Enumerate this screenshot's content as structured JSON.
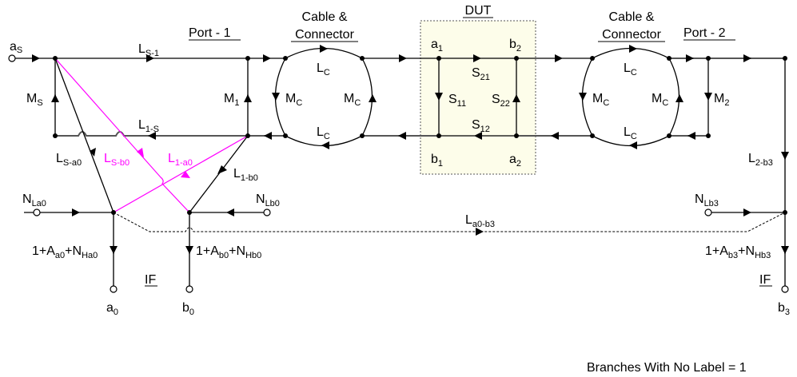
{
  "headers": {
    "port1": "Port - 1",
    "cable_left": [
      "Cable &",
      "Connector"
    ],
    "dut": "DUT",
    "cable_right": [
      "Cable &",
      "Connector"
    ],
    "port2": "Port - 2"
  },
  "terminals": {
    "as": {
      "main": "a",
      "sub": "S"
    },
    "a0": {
      "main": "a",
      "sub": "0"
    },
    "b0": {
      "main": "b",
      "sub": "0"
    },
    "b3": {
      "main": "b",
      "sub": "3"
    },
    "nla0": {
      "main": "N",
      "sub": "La0"
    },
    "nlb0": {
      "main": "N",
      "sub": "Lb0"
    },
    "nlb3": {
      "main": "N",
      "sub": "Lb3"
    }
  },
  "branches": {
    "ls1": {
      "main": "L",
      "sub": "S-1"
    },
    "l1s": {
      "main": "L",
      "sub": "1-S"
    },
    "ms": {
      "main": "M",
      "sub": "S"
    },
    "m1": {
      "main": "M",
      "sub": "1"
    },
    "m2": {
      "main": "M",
      "sub": "2"
    },
    "lc": {
      "main": "L",
      "sub": "C"
    },
    "mc": {
      "main": "M",
      "sub": "C"
    },
    "lsa0": {
      "main": "L",
      "sub": "S-a0"
    },
    "lsb0": {
      "main": "L",
      "sub": "S-b0"
    },
    "l1a0": {
      "main": "L",
      "sub": "1-a0"
    },
    "l1b0": {
      "main": "L",
      "sub": "1-b0"
    },
    "l2b3": {
      "main": "L",
      "sub": "2-b3"
    },
    "la0b3": {
      "main": "L",
      "sub": "a0-b3"
    },
    "s21": {
      "main": "S",
      "sub": "21"
    },
    "s11": {
      "main": "S",
      "sub": "11"
    },
    "s22": {
      "main": "S",
      "sub": "22"
    },
    "s12": {
      "main": "S",
      "sub": "12"
    }
  },
  "dut_nodes": {
    "a1": {
      "main": "a",
      "sub": "1"
    },
    "b2": {
      "main": "b",
      "sub": "2"
    },
    "b1": {
      "main": "b",
      "sub": "1"
    },
    "a2": {
      "main": "a",
      "sub": "2"
    }
  },
  "gains": {
    "a0": {
      "p1": "1+A",
      "s1": "a0",
      "p2": "+N",
      "s2": "Ha0"
    },
    "b0": {
      "p1": "1+A",
      "s1": "b0",
      "p2": "+N",
      "s2": "Hb0"
    },
    "b3": {
      "p1": "1+A",
      "s1": "b3",
      "p2": "+N",
      "s2": "Hb3"
    }
  },
  "if_label": "IF",
  "footnote": "Branches With No Label = 1",
  "colors": {
    "cross_paths": "#ff00ff",
    "dut_fill": "#fdfdea"
  }
}
